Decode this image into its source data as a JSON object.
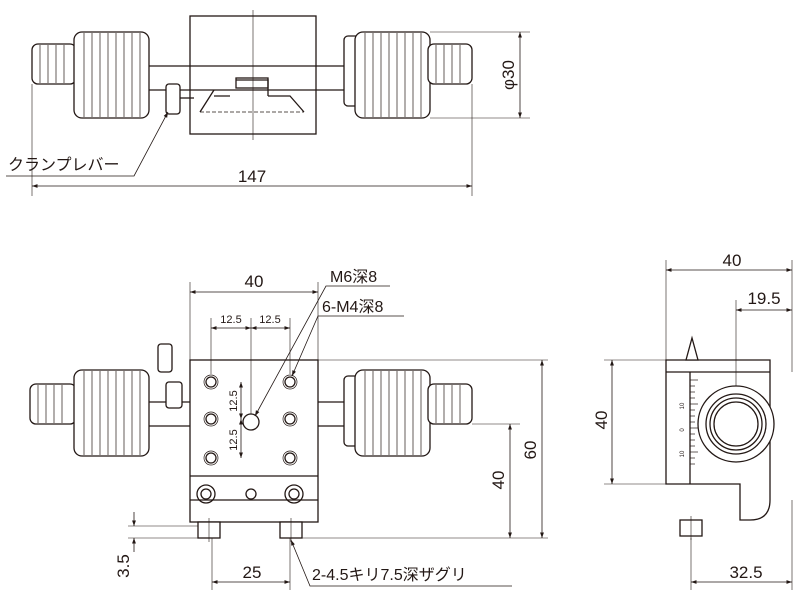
{
  "top_view": {
    "clamp_lever_label": "クランプレバー",
    "overall_width": "147",
    "knob_diameter": "φ30"
  },
  "front_view": {
    "width_top": "40",
    "pitch_left": "12.5",
    "pitch_right": "12.5",
    "pitch_vertical_upper": "12.5",
    "pitch_vertical_lower": "12.5",
    "center_hole_label": "M6深8",
    "holes_label": "6-M4深8",
    "height_total": "60",
    "height_to_center": "40",
    "mount_offset": "3.5",
    "mount_pitch": "25",
    "counterbore_label": "2-4.5キリ7.5深ザグリ"
  },
  "side_view": {
    "width_top": "40",
    "axis_offset": "19.5",
    "height": "40",
    "base_width": "32.5",
    "scale_marks": [
      "10",
      "0",
      "10"
    ]
  }
}
